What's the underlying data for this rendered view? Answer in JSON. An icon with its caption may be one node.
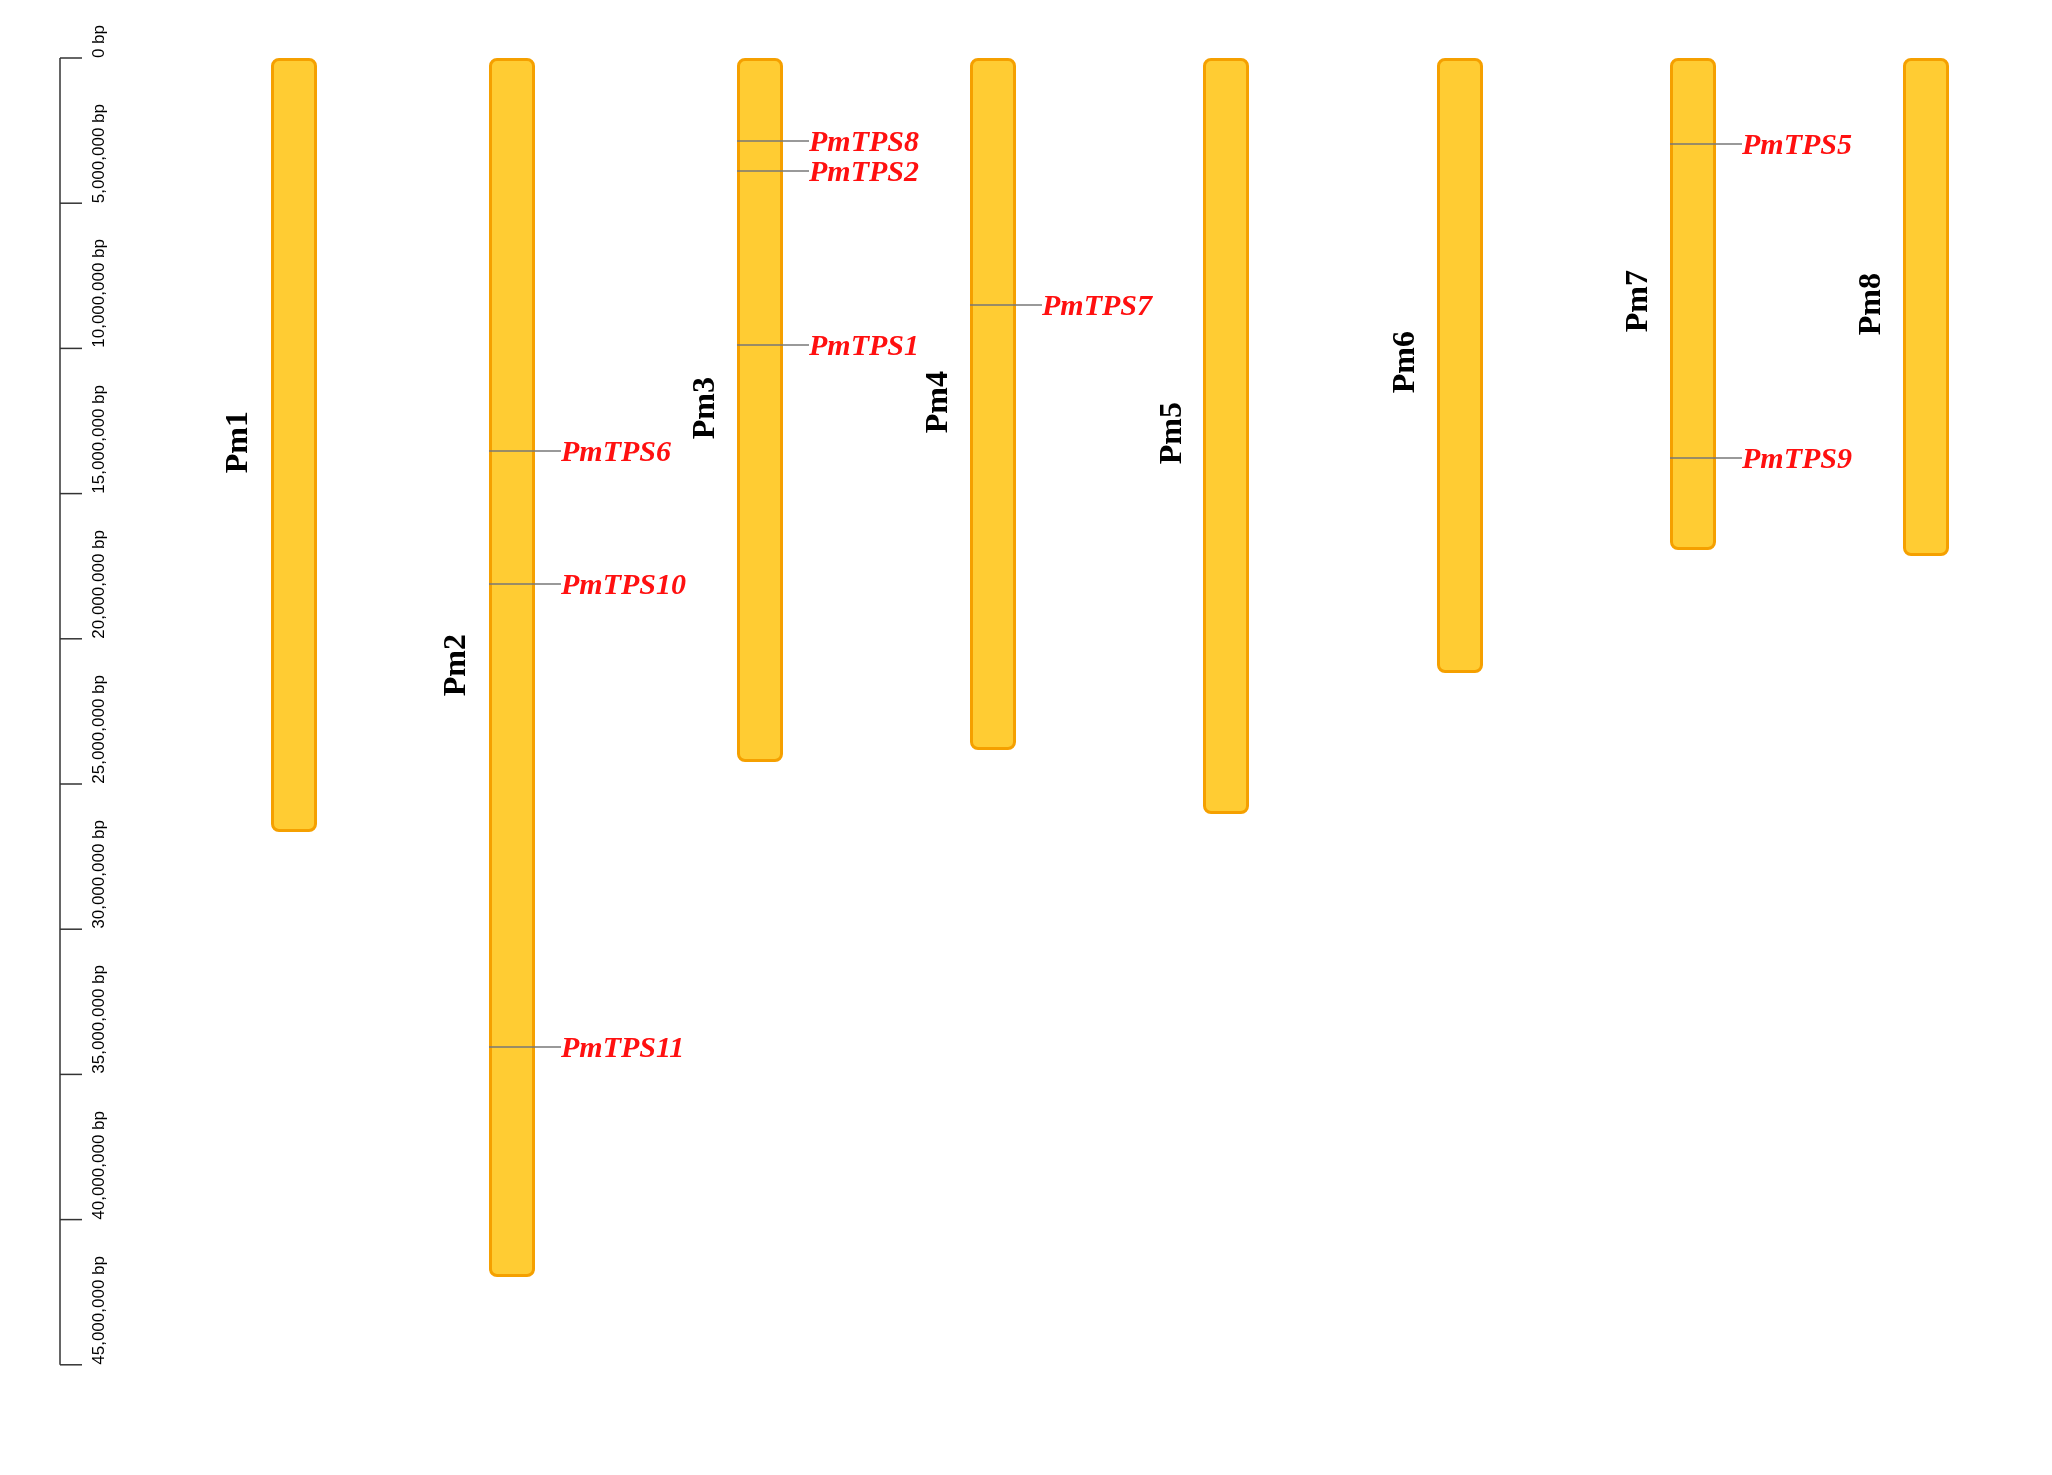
{
  "diagram": {
    "nodes": [
      {
        "text": [
          "Pm1"
        ]
      },
      {
        "text": [
          "Pm2"
        ]
      },
      {
        "text": [
          "Pm3"
        ]
      },
      {
        "text": [
          "Pm4"
        ]
      },
      {
        "text": [
          "Pm5"
        ]
      },
      {
        "text": [
          "Pm6"
        ]
      },
      {
        "text": [
          "Pm7"
        ]
      },
      {
        "text": [
          "Pm8"
        ]
      },
      {
        "text": [
          "PmTPS8"
        ]
      },
      {
        "text": [
          "PmTPS2"
        ]
      },
      {
        "text": [
          "PmTPS1"
        ]
      },
      {
        "text": [
          "PmTPS6"
        ]
      },
      {
        "text": [
          "PmTPS10"
        ]
      },
      {
        "text": [
          "PmTPS11"
        ]
      },
      {
        "text": [
          "PmTPS7"
        ]
      },
      {
        "text": [
          "PmTPS5"
        ]
      },
      {
        "text": [
          "PmTPS9"
        ]
      }
    ],
    "edges": [
      {
        "from": 8,
        "to": 2,
        "arrow": "none"
      },
      {
        "from": 9,
        "to": 2,
        "arrow": "none"
      },
      {
        "from": 10,
        "to": 2,
        "arrow": "none"
      },
      {
        "from": 11,
        "to": 1,
        "arrow": "none"
      },
      {
        "from": 12,
        "to": 1,
        "arrow": "none"
      },
      {
        "from": 13,
        "to": 1,
        "arrow": "none"
      },
      {
        "from": 14,
        "to": 3,
        "arrow": "none"
      },
      {
        "from": 15,
        "to": 6,
        "arrow": "none"
      },
      {
        "from": 16,
        "to": 6,
        "arrow": "none"
      }
    ],
    "labels": [
      "0 bp",
      "5,000,000 bp",
      "10,000,000 bp",
      "15,000,000 bp",
      "20,000,000 bp",
      "25,000,000 bp",
      "30,000,000 bp",
      "35,000,000 bp",
      "40,000,000 bp",
      "45,000,000 bp"
    ]
  }
}
